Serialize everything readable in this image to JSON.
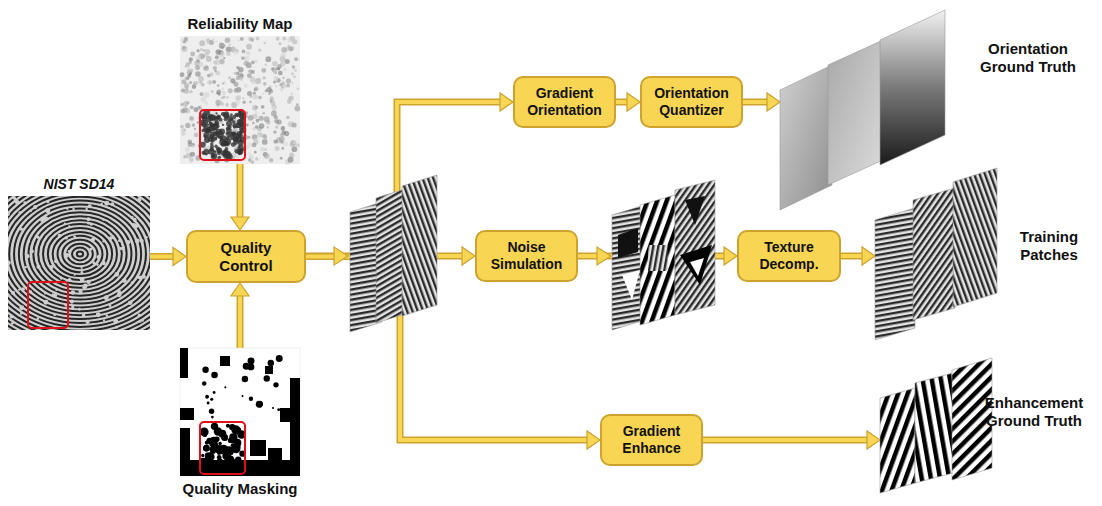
{
  "diagram": {
    "nodes": [
      {
        "text": [
          "NIST SD14"
        ]
      },
      {
        "text": [
          "Reliability Map"
        ]
      },
      {
        "text": [
          "Quality Control"
        ]
      },
      {
        "text": [
          "Quality Masking"
        ]
      },
      {
        "text": [
          "Gradient Orientation"
        ]
      },
      {
        "text": [
          "Orientation Quantizer"
        ]
      },
      {
        "text": [
          "Orientation Ground Truth"
        ]
      },
      {
        "text": [
          "Noise Simulation"
        ]
      },
      {
        "text": [
          "Texture Decomp."
        ]
      },
      {
        "text": [
          "Training Patches"
        ]
      },
      {
        "text": [
          "Gradient Enhance"
        ]
      },
      {
        "text": [
          "Enhancement Ground Truth"
        ]
      }
    ],
    "edges": [
      {
        "from": 0,
        "to": 2,
        "arrow": "to"
      },
      {
        "from": 1,
        "to": 2,
        "arrow": "to"
      },
      {
        "from": 3,
        "to": 2,
        "arrow": "to"
      },
      {
        "from": 2,
        "to": 4,
        "arrow": "to"
      },
      {
        "from": 4,
        "to": 5,
        "arrow": "to"
      },
      {
        "from": 5,
        "to": 6,
        "arrow": "to"
      },
      {
        "from": 2,
        "to": 7,
        "arrow": "to"
      },
      {
        "from": 7,
        "to": 8,
        "arrow": "to"
      },
      {
        "from": 8,
        "to": 9,
        "arrow": "to"
      },
      {
        "from": 2,
        "to": 10,
        "arrow": "to"
      },
      {
        "from": 10,
        "to": 11,
        "arrow": "to"
      }
    ]
  }
}
